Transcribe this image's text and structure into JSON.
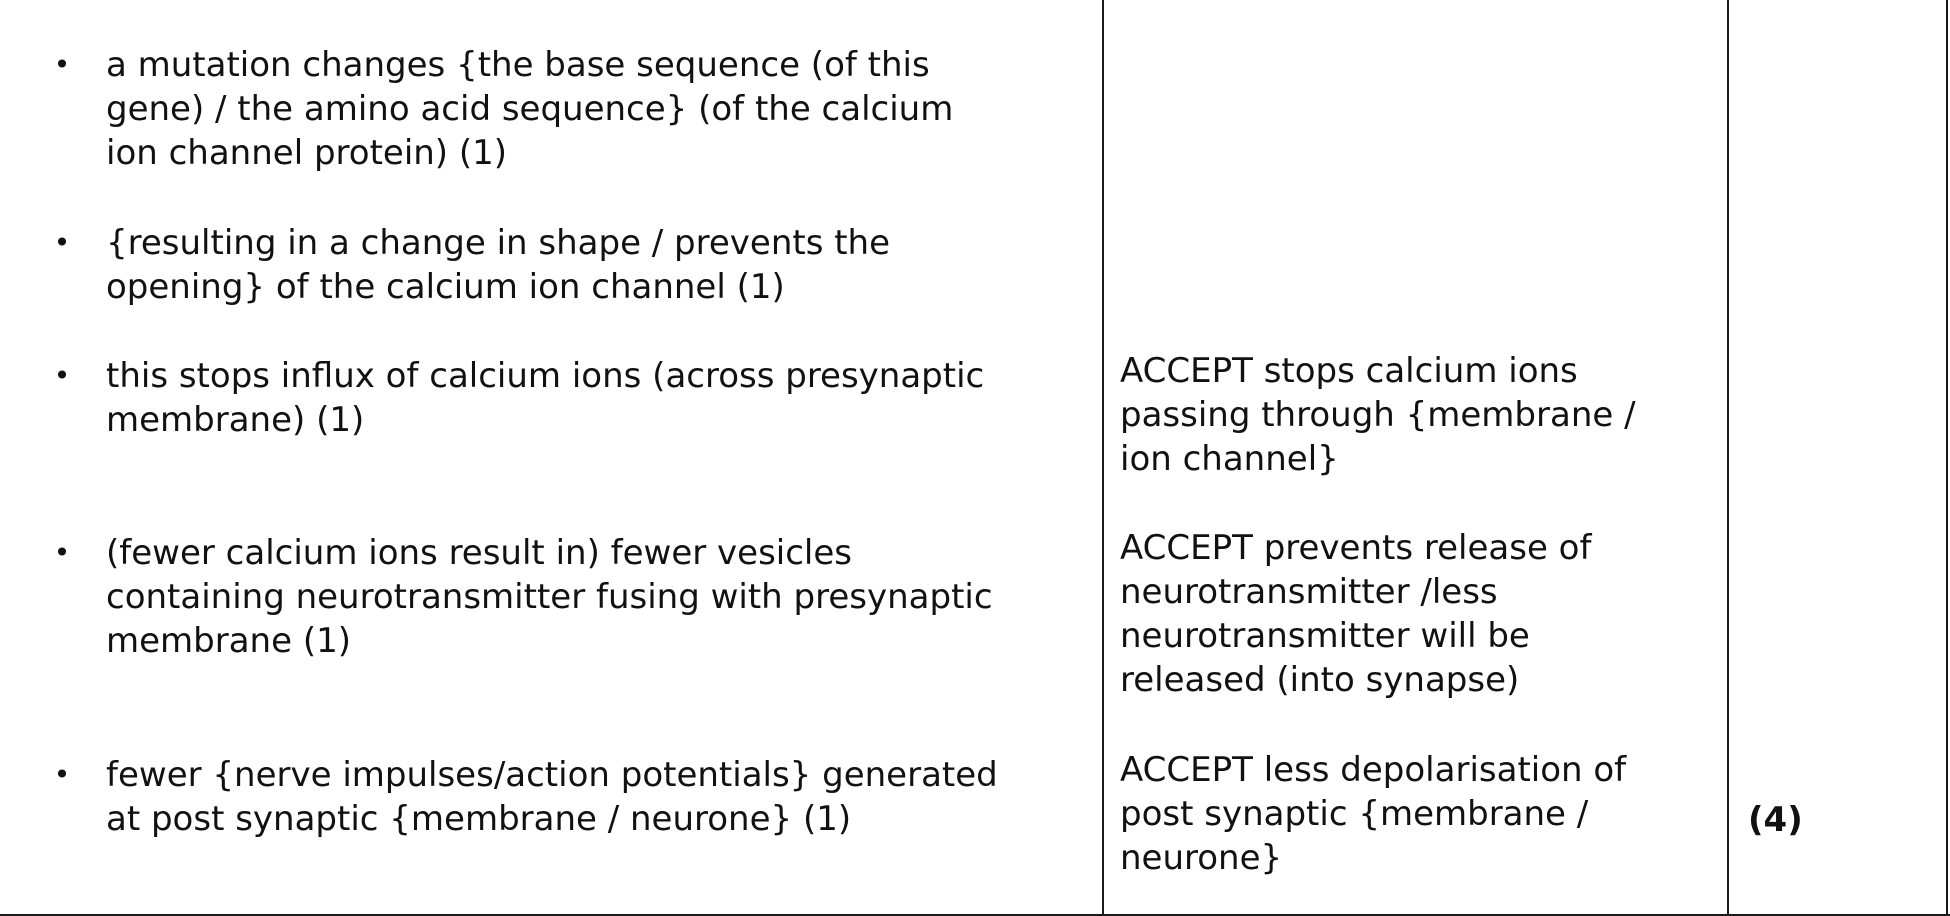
{
  "answers": [
    {
      "bullet": "•",
      "lines": [
        "a mutation changes {the base sequence (of this",
        "gene) / the amino acid sequence} (of the calcium",
        "ion channel protein) (1)"
      ]
    },
    {
      "bullet": "•",
      "lines": [
        "{resulting in a change in shape / prevents the",
        "opening} of the calcium ion channel (1)"
      ]
    },
    {
      "bullet": "•",
      "lines": [
        "this stops influx of calcium ions (across presynaptic",
        "membrane) (1)"
      ]
    },
    {
      "bullet": "•",
      "lines": [
        "(fewer calcium ions result in) fewer vesicles",
        "containing neurotransmitter fusing with presynaptic",
        "membrane (1)"
      ]
    },
    {
      "bullet": "•",
      "lines": [
        "fewer {nerve impulses/action potentials} generated",
        "at post synaptic {membrane / neurone} (1)"
      ]
    }
  ],
  "guidance": [
    {
      "lines": [
        "ACCEPT stops calcium ions",
        "passing through {membrane /",
        "ion channel}"
      ]
    },
    {
      "lines": [
        "ACCEPT prevents release of",
        "neurotransmitter /less",
        "neurotransmitter will be",
        "released (into synapse)"
      ]
    },
    {
      "lines": [
        "ACCEPT less depolarisation of",
        "post synaptic {membrane /",
        "neurone}"
      ]
    }
  ],
  "mark": "(4)"
}
